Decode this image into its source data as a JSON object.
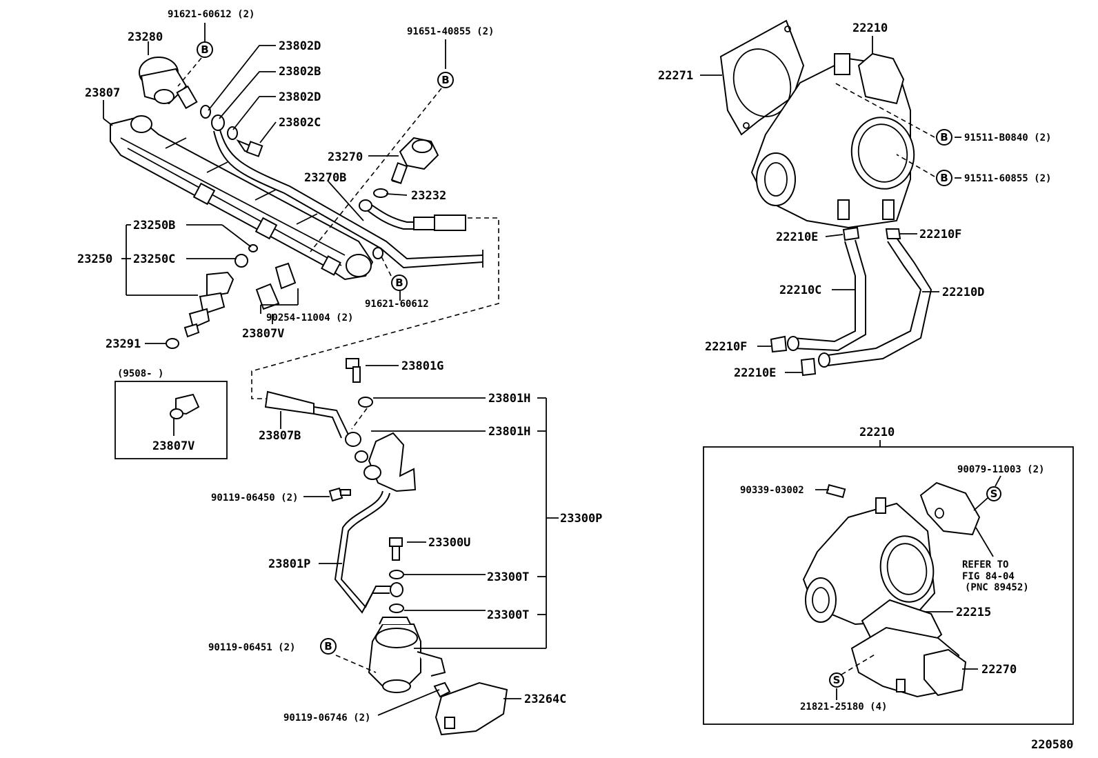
{
  "figure_id": "220580",
  "labels": {
    "p91621_60612_top": "91621-60612 (2)",
    "p23280": "23280",
    "p23807": "23807",
    "p23802D_a": "23802D",
    "p23802B": "23802B",
    "p23802D_b": "23802D",
    "p23802C": "23802C",
    "p91651_40855": "91651-40855 (2)",
    "p23270": "23270",
    "p23270B": "23270B",
    "p23232": "23232",
    "p23250B": "23250B",
    "p23250": "23250",
    "p23250C": "23250C",
    "p90254_11004": "90254-11004 (2)",
    "p23807V": "23807V",
    "p91621_60612_b": "91621-60612",
    "p23291": "23291",
    "p9508": "(9508-        )",
    "p23807V_box": "23807V",
    "p23801G": "23801G",
    "p23801H_a": "23801H",
    "p23801H_b": "23801H",
    "p23807B": "23807B",
    "p90119_06450": "90119-06450 (2)",
    "p23300P": "23300P",
    "p23300U": "23300U",
    "p23801P": "23801P",
    "p23300T_a": "23300T",
    "p23300T_b": "23300T",
    "p90119_06451": "90119-06451 (2)",
    "p90119_06746": "90119-06746 (2)",
    "p23264C": "23264C",
    "p22210_top": "22210",
    "p22271": "22271",
    "p91511_B0840": "91511-B0840 (2)",
    "p91511_60855": "91511-60855 (2)",
    "p22210E_a": "22210E",
    "p22210F_a": "22210F",
    "p22210C": "22210C",
    "p22210D": "22210D",
    "p22210F_b": "22210F",
    "p22210E_b": "22210E",
    "p22210_box": "22210",
    "p90339_03002": "90339-03002",
    "p90079_11003": "90079-11003 (2)",
    "refer_1": "REFER TO",
    "refer_2": "FIG 84-04",
    "refer_3": "(PNC 89452)",
    "p22215": "22215",
    "p22270": "22270",
    "p21821_25180": "21821-25180 (4)"
  },
  "callouts": {
    "b": "B",
    "s": "S"
  }
}
